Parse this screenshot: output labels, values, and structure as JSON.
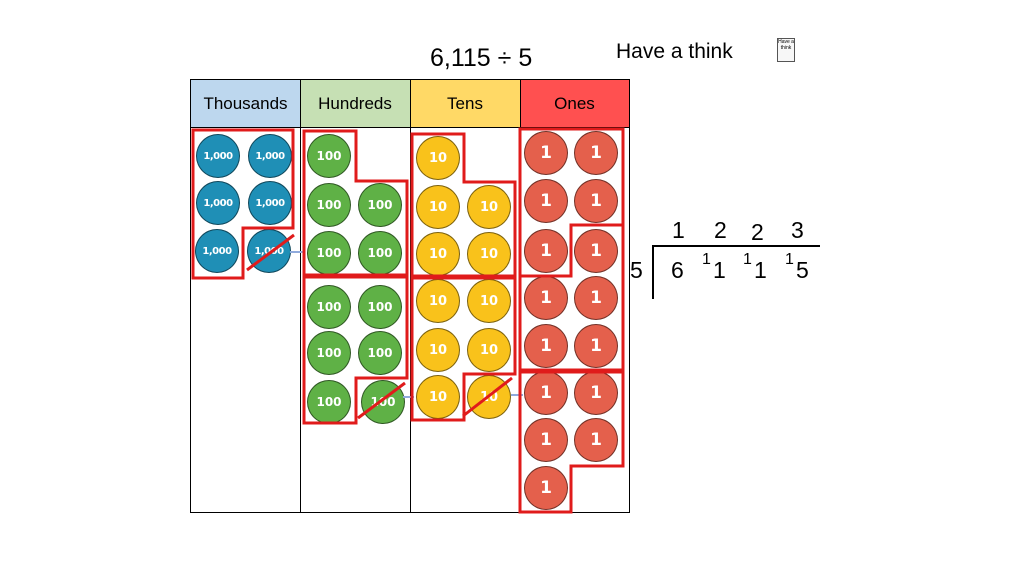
{
  "header": {
    "calculation": "6,115 ÷ 5",
    "have_a_think": "Have a think",
    "think_icon_text": "Have a think"
  },
  "place_value_chart": {
    "columns": [
      {
        "label": "Thousands",
        "color": "#bdd7ee"
      },
      {
        "label": "Hundreds",
        "color": "#c6e0b4"
      },
      {
        "label": "Tens",
        "color": "#ffd966"
      },
      {
        "label": "Ones",
        "color": "#ff5050"
      }
    ],
    "counters": {
      "thousands": {
        "label": "1,000",
        "count": 6,
        "crossed_out": 1,
        "color": "#1f8fb6"
      },
      "hundreds": {
        "label": "100",
        "count": 11,
        "crossed_out": 1,
        "color": "#5fb146"
      },
      "tens": {
        "label": "10",
        "count": 11,
        "crossed_out": 1,
        "color": "#f9c21b"
      },
      "ones": {
        "label": "1",
        "count": 15,
        "crossed_out": 0,
        "color": "#e4604c"
      }
    },
    "group_outline_color": "#e01b1b"
  },
  "short_division": {
    "divisor": "5",
    "quotient": [
      "1",
      "2",
      "2",
      "3"
    ],
    "dividend_digits": [
      "6",
      "1",
      "1",
      "5"
    ],
    "exchanges": [
      "1",
      "1",
      "1"
    ]
  }
}
